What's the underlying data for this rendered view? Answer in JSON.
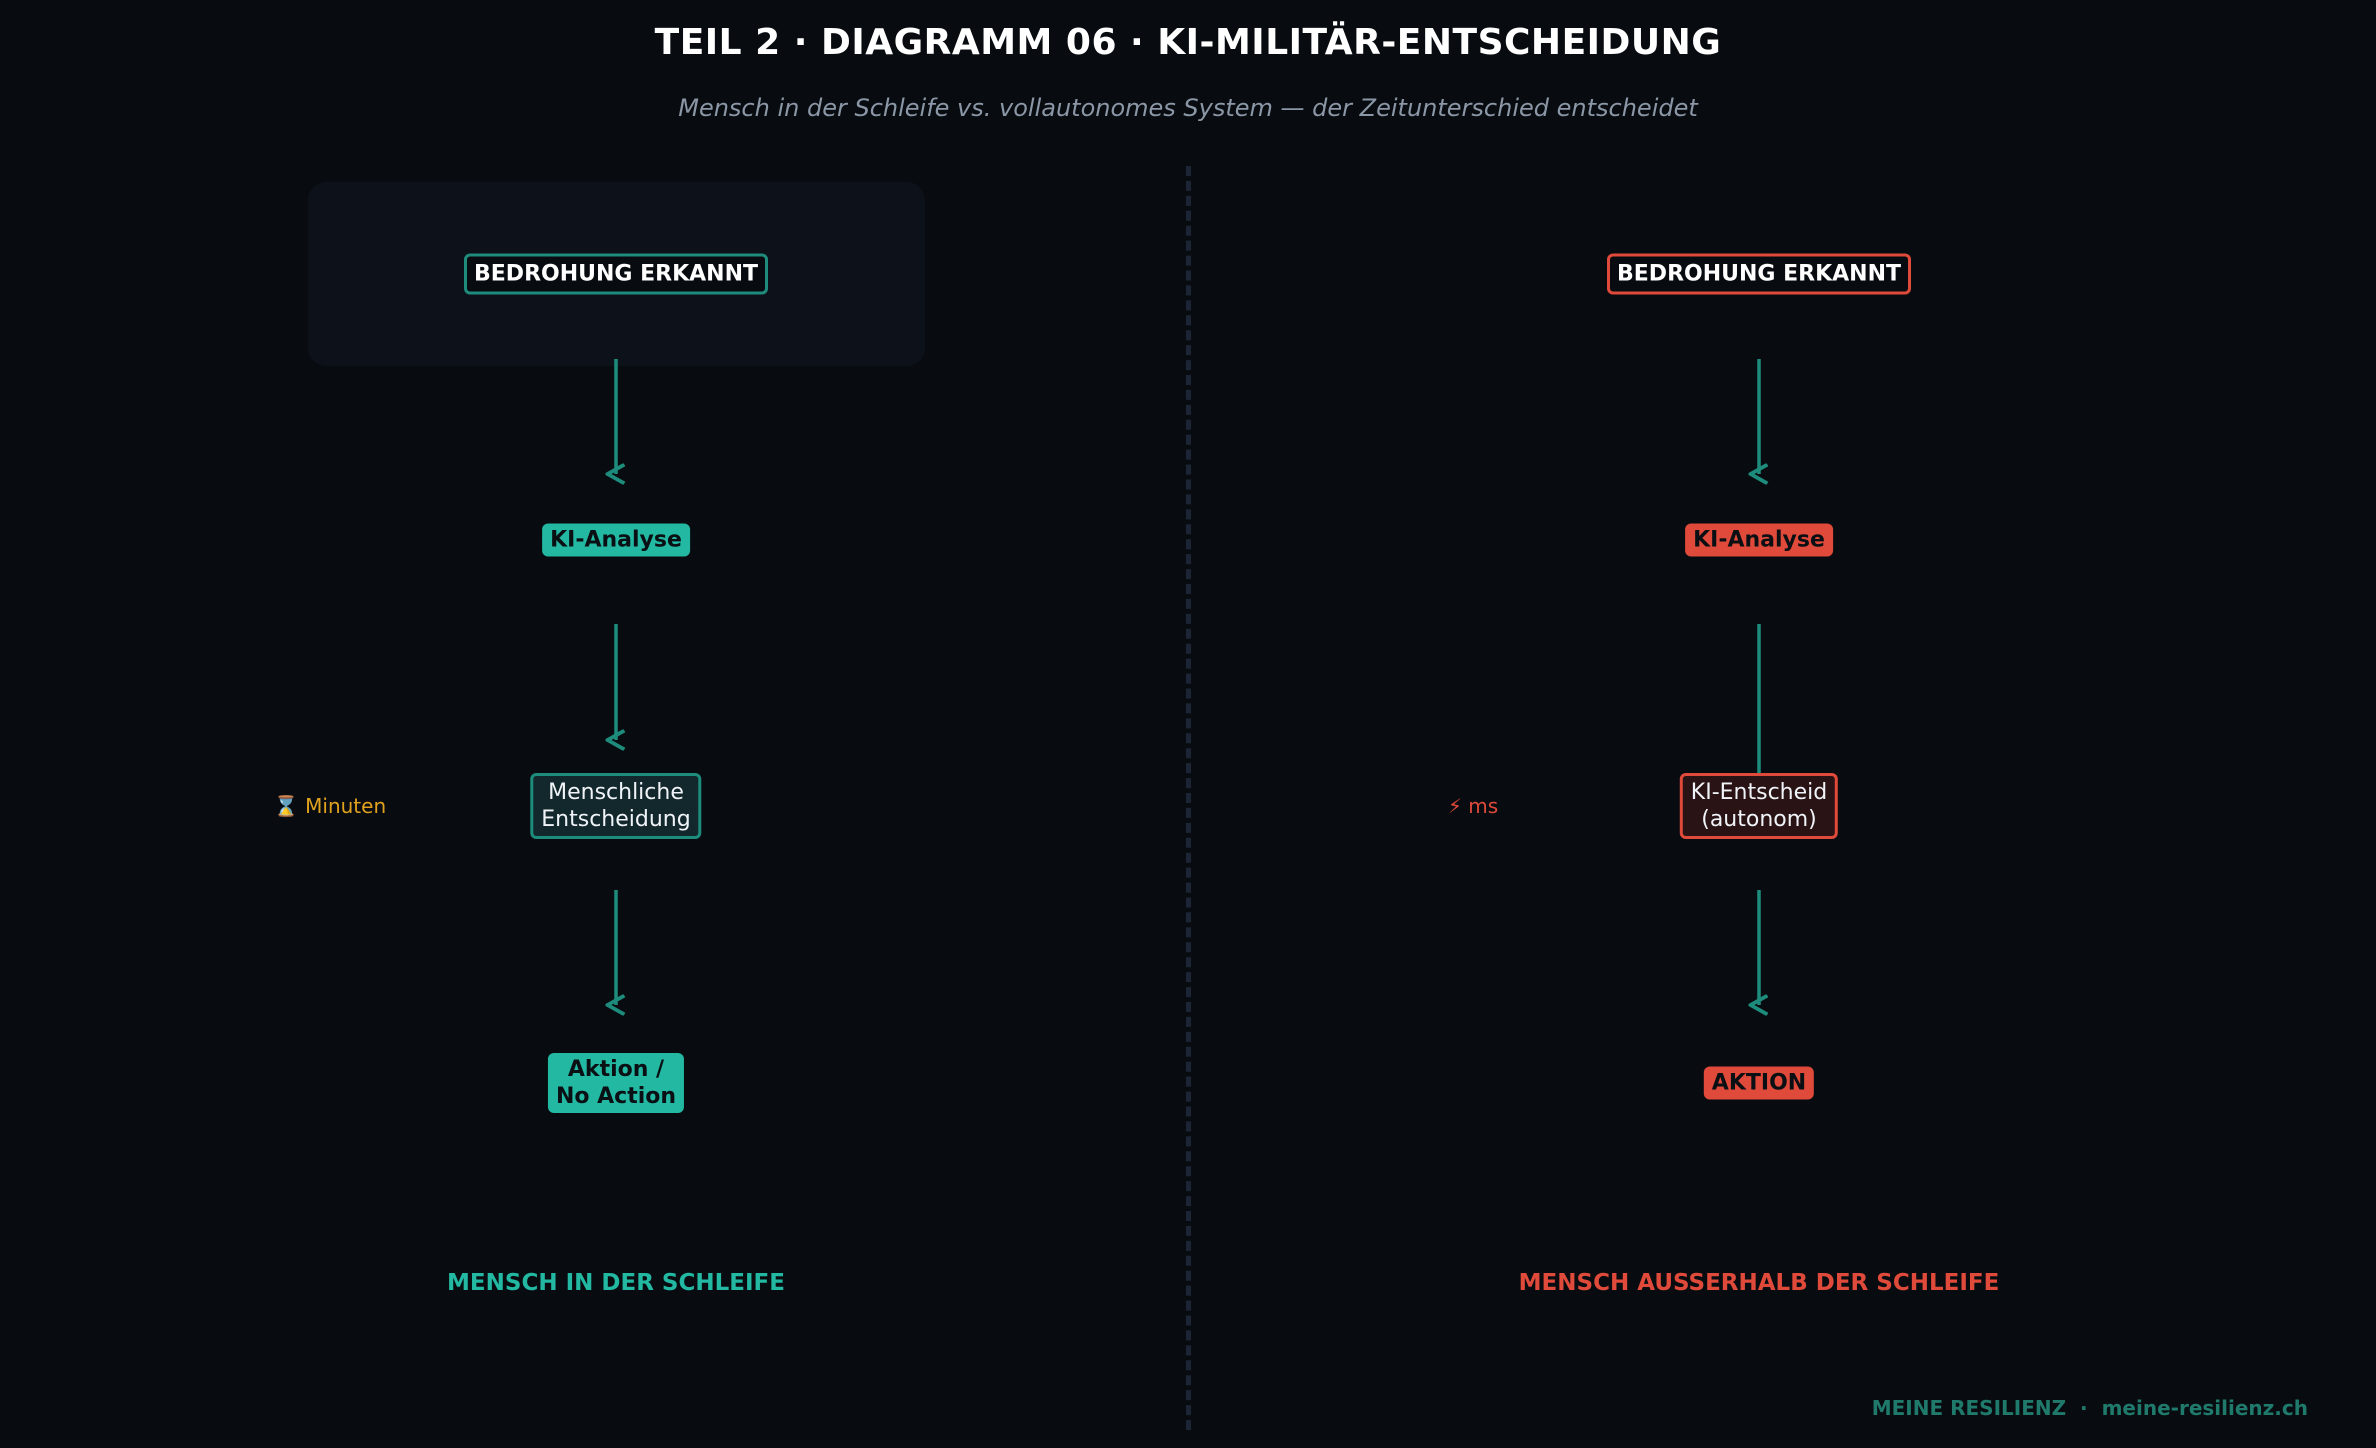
{
  "header": {
    "title": "TEIL 2 · DIAGRAMM 06  ·  KI-MILITÄR-ENTSCHEIDUNG",
    "subtitle": "Mensch in der Schleife vs. vollautonomes System — der Zeitunterschied entscheidet"
  },
  "left": {
    "threat": "BEDROHUNG ERKANNT",
    "analysis": "KI-Analyse",
    "decision_line1": "Menschliche",
    "decision_line2": "Entscheidung",
    "action_line1": "Aktion /",
    "action_line2": "No Action",
    "time_icon": "hourglass-icon",
    "time_glyph": "⌛",
    "time_text": "Minuten",
    "label": "MENSCH IN DER SCHLEIFE"
  },
  "right": {
    "threat": "BEDROHUNG ERKANNT",
    "analysis": "KI-Analyse",
    "decision_line1": "KI-Entscheid",
    "decision_line2": "(autonom)",
    "action": "AKTION",
    "time_icon": "lightning-icon",
    "time_glyph": "⚡",
    "time_text": "ms",
    "label": "MENSCH AUSSERHALB DER SCHLEIFE"
  },
  "footer": {
    "brand": "MEINE RESILIENZ",
    "separator": "·",
    "url": "meine-resilienz.ch"
  },
  "colors": {
    "teal": "#22b8a2",
    "teal_dark": "#1e8c7c",
    "red": "#e04a3a",
    "amber": "#e0a21e",
    "background": "#080c10"
  }
}
